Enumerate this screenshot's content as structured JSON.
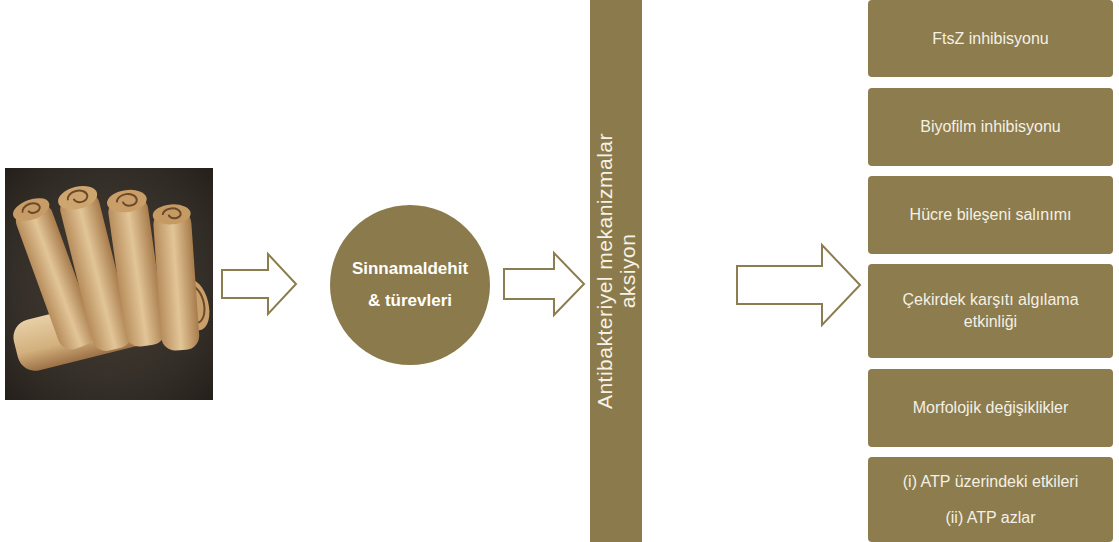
{
  "diagram": {
    "nodes": [
      {
        "text": [
          "Sinnamaldehit & türevleri"
        ]
      },
      {
        "text": [
          "Antibakteriyel mekanizmalar aksiyon"
        ]
      },
      {
        "text": [
          "FtsZ inhibisyonu"
        ]
      },
      {
        "text": [
          "Biyofilm inhibisyonu"
        ]
      },
      {
        "text": [
          "Hücre bileşeni salınımı"
        ]
      },
      {
        "text": [
          "Çekirdek karşıtı algılama etkinliği"
        ]
      },
      {
        "text": [
          "Morfolojik değişiklikler"
        ]
      },
      {
        "text": [
          "(i) ATP üzerindeki etkileri",
          "(ii) ATP azlar"
        ]
      }
    ],
    "edges": [
      {
        "from": 0,
        "to": 1,
        "arrow": "to"
      },
      {
        "from": 1,
        "to": 5,
        "arrow": "to"
      }
    ]
  }
}
